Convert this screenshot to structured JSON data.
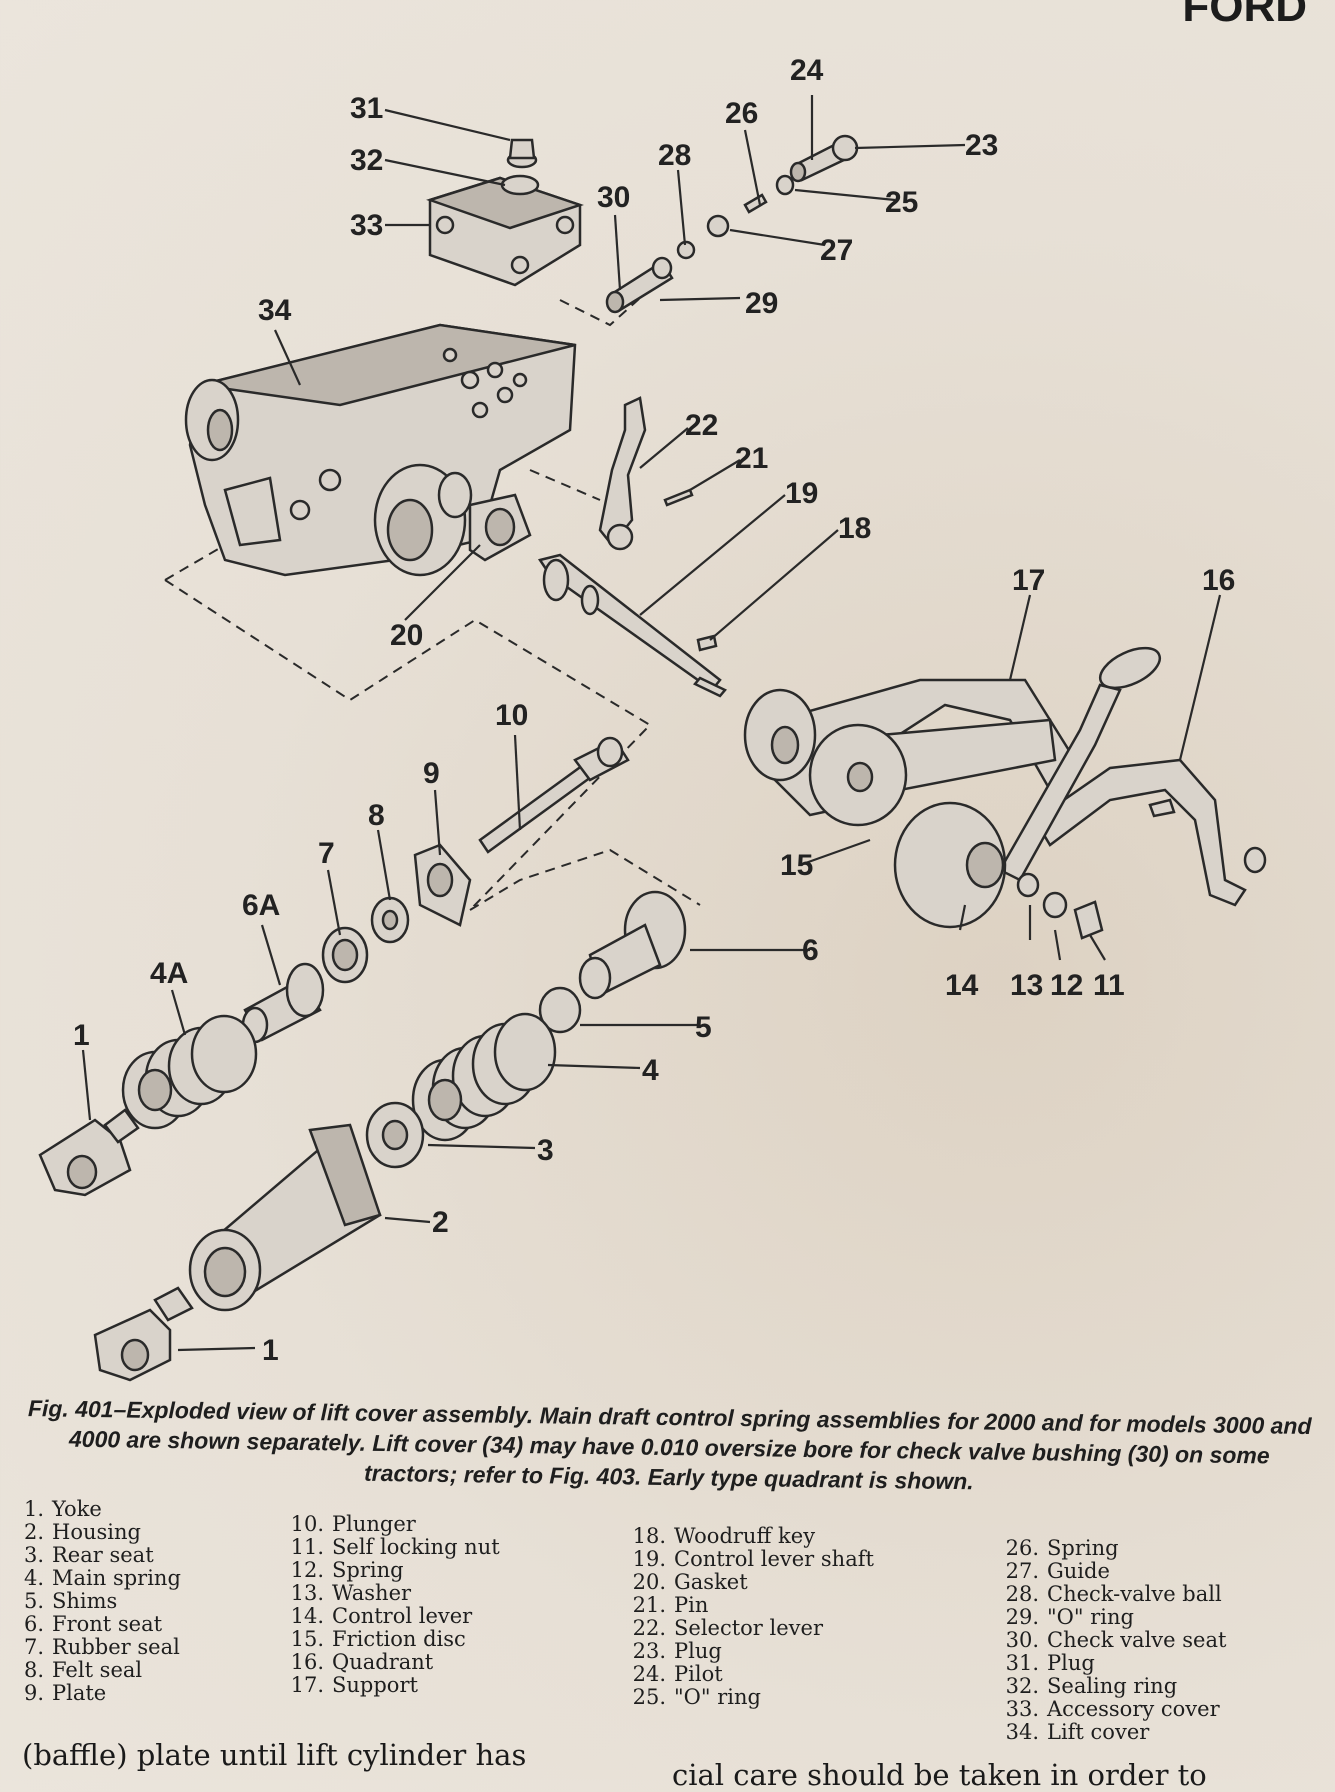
{
  "page": {
    "corner_heading": "FORD"
  },
  "figure": {
    "callouts": {
      "c1a": "1",
      "c1b": "1",
      "c2": "2",
      "c3": "3",
      "c4": "4",
      "c4a": "4A",
      "c5": "5",
      "c6": "6",
      "c6a": "6A",
      "c7": "7",
      "c8": "8",
      "c9": "9",
      "c10": "10",
      "c11": "11",
      "c12": "12",
      "c13": "13",
      "c14": "14",
      "c15": "15",
      "c16": "16",
      "c17": "17",
      "c18": "18",
      "c19": "19",
      "c20": "20",
      "c21": "21",
      "c22": "22",
      "c23": "23",
      "c24": "24",
      "c25": "25",
      "c26": "26",
      "c27": "27",
      "c28": "28",
      "c29": "29",
      "c30": "30",
      "c31": "31",
      "c32": "32",
      "c33": "33",
      "c34": "34"
    }
  },
  "caption": "Fig. 401–Exploded view of lift cover assembly. Main draft control spring assemblies for 2000 and for models 3000 and 4000 are shown separately. Lift cover (34) may have 0.010 oversize bore for check valve bushing (30) on some tractors; refer to Fig. 403. Early type quadrant is shown.",
  "legend": {
    "col1": [
      {
        "num": "1.",
        "label": "Yoke"
      },
      {
        "num": "2.",
        "label": "Housing"
      },
      {
        "num": "3.",
        "label": "Rear seat"
      },
      {
        "num": "4.",
        "label": "Main spring"
      },
      {
        "num": "5.",
        "label": "Shims"
      },
      {
        "num": "6.",
        "label": "Front seat"
      },
      {
        "num": "7.",
        "label": "Rubber seal"
      },
      {
        "num": "8.",
        "label": "Felt seal"
      },
      {
        "num": "9.",
        "label": "Plate"
      }
    ],
    "col2": [
      {
        "num": "10.",
        "label": "Plunger"
      },
      {
        "num": "11.",
        "label": "Self locking nut"
      },
      {
        "num": "12.",
        "label": "Spring"
      },
      {
        "num": "13.",
        "label": "Washer"
      },
      {
        "num": "14.",
        "label": "Control lever"
      },
      {
        "num": "15.",
        "label": "Friction disc"
      },
      {
        "num": "16.",
        "label": "Quadrant"
      },
      {
        "num": "17.",
        "label": "Support"
      }
    ],
    "col3": [
      {
        "num": "18.",
        "label": "Woodruff key"
      },
      {
        "num": "19.",
        "label": "Control lever shaft"
      },
      {
        "num": "20.",
        "label": "Gasket"
      },
      {
        "num": "21.",
        "label": "Pin"
      },
      {
        "num": "22.",
        "label": "Selector lever"
      },
      {
        "num": "23.",
        "label": "Plug"
      },
      {
        "num": "24.",
        "label": "Pilot"
      },
      {
        "num": "25.",
        "label": "\"O\" ring"
      }
    ],
    "col4": [
      {
        "num": "26.",
        "label": "Spring"
      },
      {
        "num": "27.",
        "label": "Guide"
      },
      {
        "num": "28.",
        "label": "Check-valve ball"
      },
      {
        "num": "29.",
        "label": "\"O\" ring"
      },
      {
        "num": "30.",
        "label": "Check valve seat"
      },
      {
        "num": "31.",
        "label": "Plug"
      },
      {
        "num": "32.",
        "label": "Sealing ring"
      },
      {
        "num": "33.",
        "label": "Accessory cover"
      },
      {
        "num": "34.",
        "label": "Lift cover"
      }
    ]
  },
  "body_text": {
    "left": "(baffle) plate until lift cylinder has",
    "right": "cial care should be taken in order to"
  }
}
